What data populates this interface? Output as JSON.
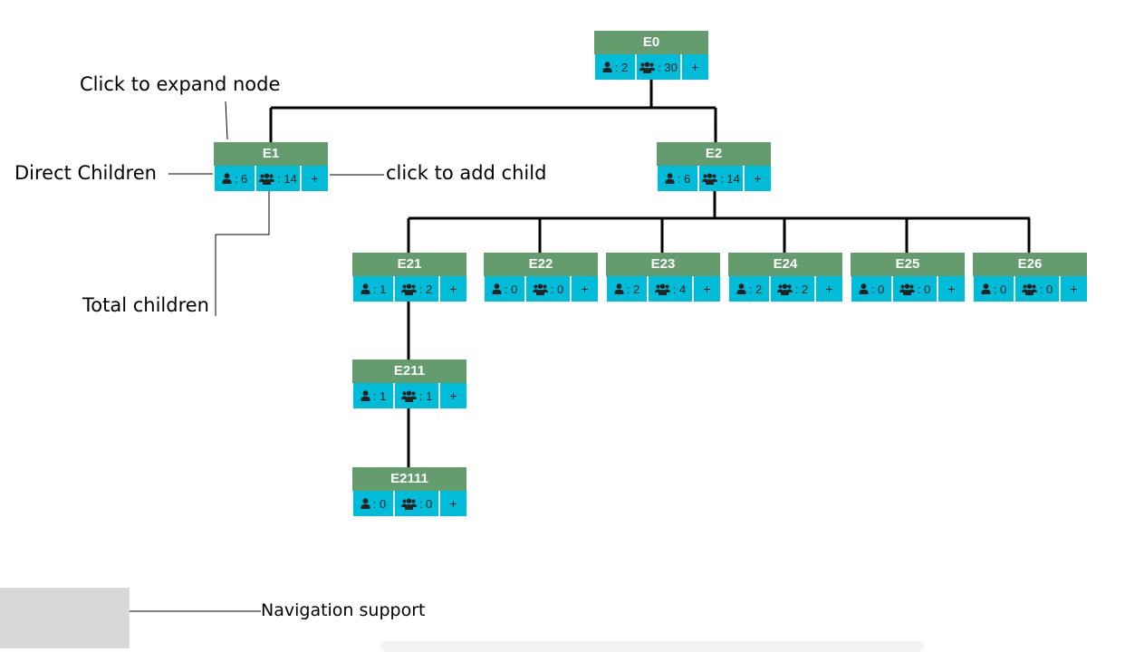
{
  "colors": {
    "title_bg": "#649c6e",
    "stats_bg": "#00bcd8",
    "line": "#000000"
  },
  "icons": {
    "direct": "user-icon",
    "total": "users-icon"
  },
  "nodes": {
    "E0": {
      "label": "E0",
      "direct": ": 2",
      "total": ": 30",
      "add": "+"
    },
    "E1": {
      "label": "E1",
      "direct": ": 6",
      "total": ": 14",
      "add": "+"
    },
    "E2": {
      "label": "E2",
      "direct": ": 6",
      "total": ": 14",
      "add": "+"
    },
    "E21": {
      "label": "E21",
      "direct": ": 1",
      "total": ": 2",
      "add": "+"
    },
    "E22": {
      "label": "E22",
      "direct": ": 0",
      "total": ": 0",
      "add": "+"
    },
    "E23": {
      "label": "E23",
      "direct": ": 2",
      "total": ": 4",
      "add": "+"
    },
    "E24": {
      "label": "E24",
      "direct": ": 2",
      "total": ": 2",
      "add": "+"
    },
    "E25": {
      "label": "E25",
      "direct": ": 0",
      "total": ": 0",
      "add": "+"
    },
    "E26": {
      "label": "E26",
      "direct": ": 0",
      "total": ": 0",
      "add": "+"
    },
    "E211": {
      "label": "E211",
      "direct": ": 1",
      "total": ": 1",
      "add": "+"
    },
    "E2111": {
      "label": "E2111",
      "direct": ": 0",
      "total": ": 0",
      "add": "+"
    }
  },
  "annotations": {
    "expand": "Click to expand node",
    "direct": "Direct Children",
    "add": "click to add child",
    "total": "Total children",
    "navigation": "Navigation support"
  }
}
